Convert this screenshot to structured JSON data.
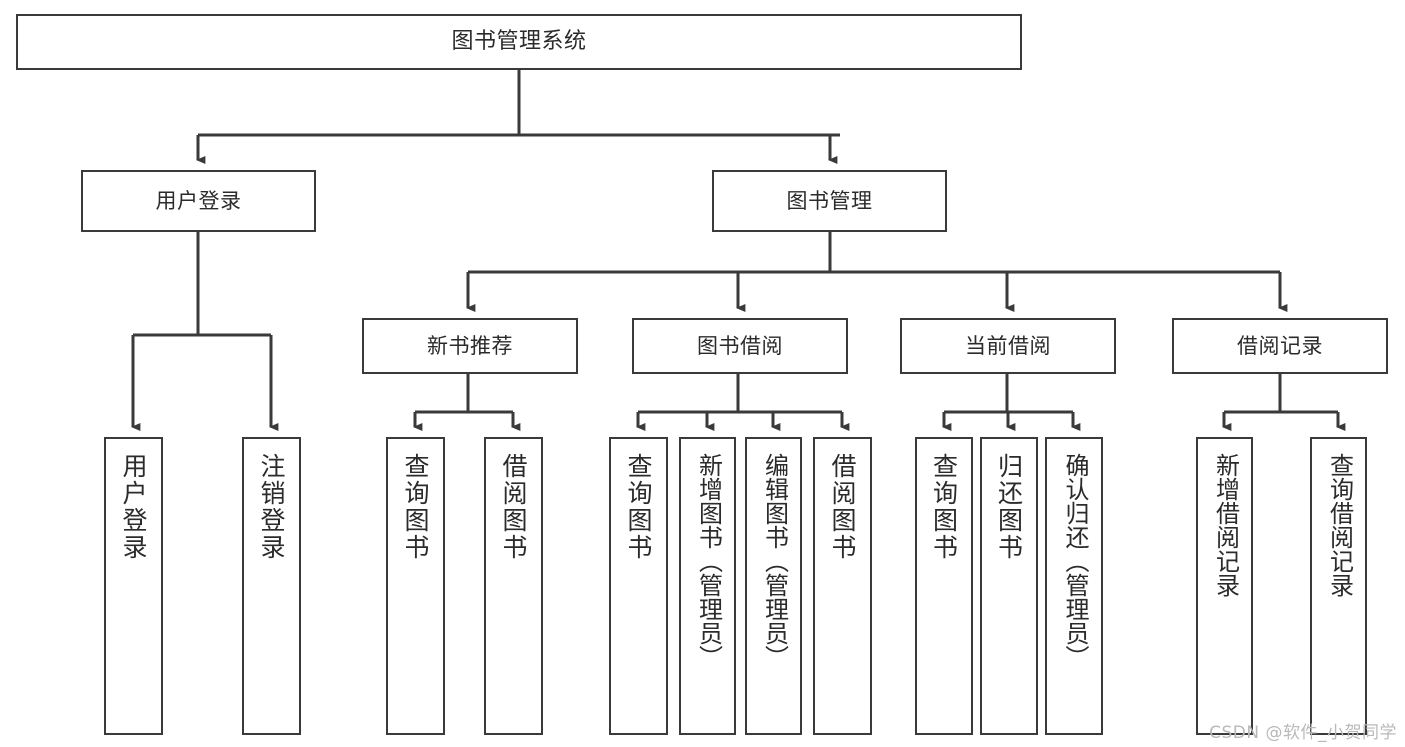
{
  "diagram": {
    "title": "图书管理系统",
    "type": "tree-hierarchy",
    "watermark": "CSDN @软件_小贺同学",
    "stroke_color": "#3a3a3a",
    "fill_color": "#ffffff",
    "text_color": "#2b2b2b",
    "background": "#ffffff"
  },
  "nodes": {
    "root": {
      "label": "图书管理系统"
    },
    "level2": [
      {
        "id": "user-login",
        "label": "用户登录"
      },
      {
        "id": "book-manage",
        "label": "图书管理"
      }
    ],
    "level3": [
      {
        "id": "new-book-recommend",
        "label": "新书推荐"
      },
      {
        "id": "book-borrow",
        "label": "图书借阅"
      },
      {
        "id": "current-borrow",
        "label": "当前借阅"
      },
      {
        "id": "borrow-record",
        "label": "借阅记录"
      }
    ],
    "leaves": [
      {
        "id": "leaf-user-login",
        "parent": "user-login",
        "label": "用户登录"
      },
      {
        "id": "leaf-logout",
        "parent": "user-login",
        "label": "注销登录"
      },
      {
        "id": "leaf-query-book-1",
        "parent": "new-book-recommend",
        "label": "查询图书"
      },
      {
        "id": "leaf-borrow-book-1",
        "parent": "new-book-recommend",
        "label": "借阅图书"
      },
      {
        "id": "leaf-query-book-2",
        "parent": "book-borrow",
        "label": "查询图书"
      },
      {
        "id": "leaf-add-book",
        "parent": "book-borrow",
        "label": "新增图书（管理员）"
      },
      {
        "id": "leaf-edit-book",
        "parent": "book-borrow",
        "label": "编辑图书（管理员）"
      },
      {
        "id": "leaf-borrow-book-2",
        "parent": "book-borrow",
        "label": "借阅图书"
      },
      {
        "id": "leaf-query-book-3",
        "parent": "current-borrow",
        "label": "查询图书"
      },
      {
        "id": "leaf-return-book",
        "parent": "current-borrow",
        "label": "归还图书"
      },
      {
        "id": "leaf-confirm-return",
        "parent": "current-borrow",
        "label": "确认归还（管理员）"
      },
      {
        "id": "leaf-add-record",
        "parent": "borrow-record",
        "label": "新增借阅记录"
      },
      {
        "id": "leaf-query-record",
        "parent": "borrow-record",
        "label": "查询借阅记录"
      }
    ]
  }
}
